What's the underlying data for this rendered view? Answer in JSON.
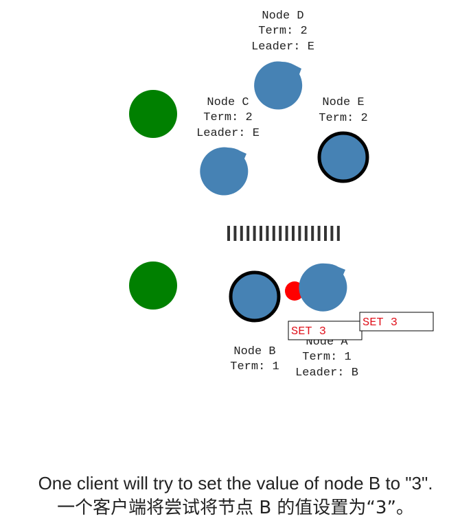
{
  "colors": {
    "node_fill": "#4682b4",
    "client_fill": "#008000",
    "message_fill": "#ff0000",
    "leader_outline": "#000000",
    "log_text": "#e0141e",
    "partition": "#333333"
  },
  "nodes": {
    "a": {
      "name": "Node A",
      "term": "Term: 1",
      "leader": "Leader: B"
    },
    "b": {
      "name": "Node B",
      "term": "Term: 1"
    },
    "c": {
      "name": "Node C",
      "term": "Term: 2",
      "leader": "Leader: E"
    },
    "d": {
      "name": "Node D",
      "term": "Term: 2",
      "leader": "Leader: E"
    },
    "e": {
      "name": "Node E",
      "term": "Term: 2"
    }
  },
  "log_entries": {
    "first": "SET 3",
    "second": "SET 3"
  },
  "caption": {
    "en": "One client will try to set the value of node B to \"3\".",
    "zh": "一个客户端将尝试将节点 B 的值设置为“3”。"
  }
}
